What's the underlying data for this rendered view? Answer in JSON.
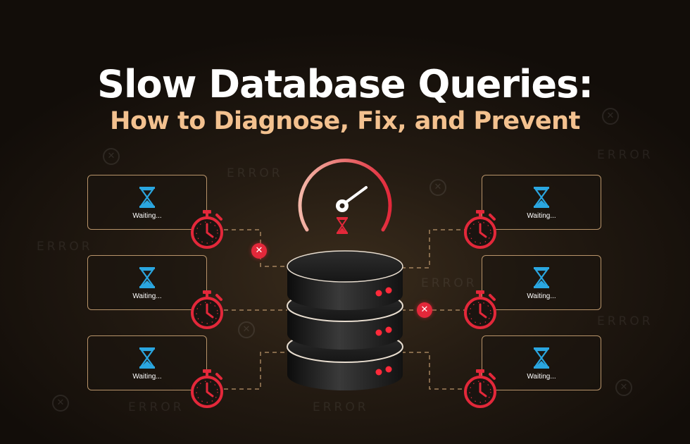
{
  "title": "Slow Database Queries:",
  "subtitle": "How to Diagnose, Fix, and Prevent",
  "watermark_text": "ERROR",
  "card_status": "Waiting...",
  "cards_left": [
    {
      "status": "Waiting..."
    },
    {
      "status": "Waiting..."
    },
    {
      "status": "Waiting..."
    }
  ],
  "cards_right": [
    {
      "status": "Waiting..."
    },
    {
      "status": "Waiting..."
    },
    {
      "status": "Waiting..."
    }
  ],
  "colors": {
    "accent_red": "#e3283a",
    "card_border": "#b8946a",
    "hourglass_blue": "#2aa6e0",
    "subtitle": "#f3c18f"
  },
  "icons": [
    "hourglass-icon",
    "stopwatch-icon",
    "error-x-icon",
    "speedometer-icon",
    "database-icon"
  ]
}
